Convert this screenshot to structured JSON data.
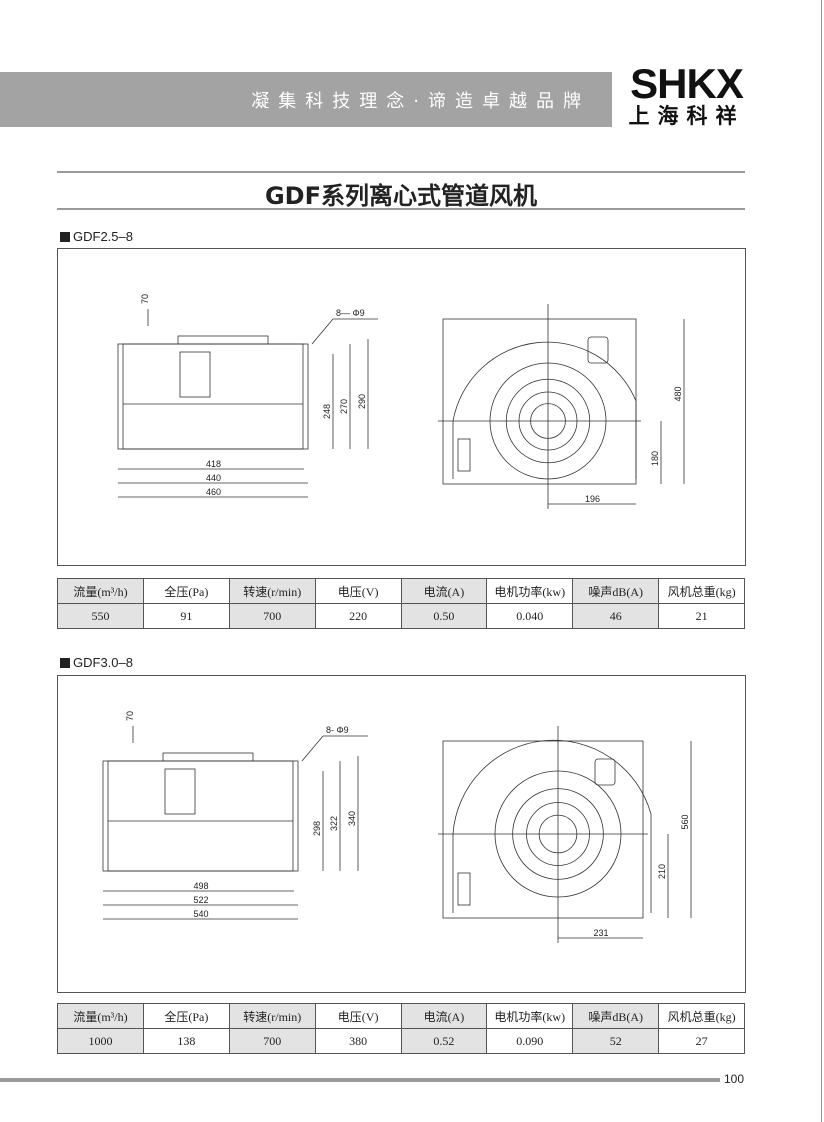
{
  "header": {
    "slogan": "凝集科技理念·谛造卓越品牌",
    "logo_en": "SHKX",
    "logo_cn": "上海科祥"
  },
  "title": "GDF系列离心式管道风机",
  "columns": [
    "流量(m³/h)",
    "全压(Pa)",
    "转速(r/min)",
    "电压(V)",
    "电流(A)",
    "电机功率(kw)",
    "噪声dB(A)",
    "风机总重(kg)"
  ],
  "models": [
    {
      "name": "GDF2.5–8",
      "dims": {
        "top": "70",
        "holes": "8— Φ9",
        "h1": "248",
        "h2": "270",
        "h3": "290",
        "w1": "418",
        "w2": "440",
        "w3": "460",
        "height": "480",
        "center": "180",
        "offset": "196"
      },
      "values": [
        "550",
        "91",
        "700",
        "220",
        "0.50",
        "0.040",
        "46",
        "21"
      ]
    },
    {
      "name": "GDF3.0–8",
      "dims": {
        "top": "70",
        "holes": "8- Φ9",
        "h1": "298",
        "h2": "322",
        "h3": "340",
        "w1": "498",
        "w2": "522",
        "w3": "540",
        "height": "560",
        "center": "210",
        "offset": "231"
      },
      "values": [
        "1000",
        "138",
        "700",
        "380",
        "0.52",
        "0.090",
        "52",
        "27"
      ]
    }
  ],
  "page_number": "100"
}
